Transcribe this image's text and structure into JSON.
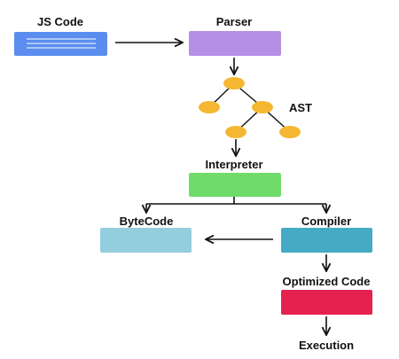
{
  "labels": {
    "js_code": "JS Code",
    "parser": "Parser",
    "ast": "AST",
    "interpreter": "Interpreter",
    "bytecode": "ByteCode",
    "compiler": "Compiler",
    "optimized_code": "Optimized Code",
    "execution": "Execution"
  },
  "colors": {
    "js_code": "#5b8def",
    "parser": "#b58fe6",
    "ast_node": "#f5b731",
    "interpreter": "#6fdc6a",
    "bytecode": "#92cedd",
    "compiler": "#45aac4",
    "optimized_code": "#e5214f",
    "arrow": "#111111"
  }
}
